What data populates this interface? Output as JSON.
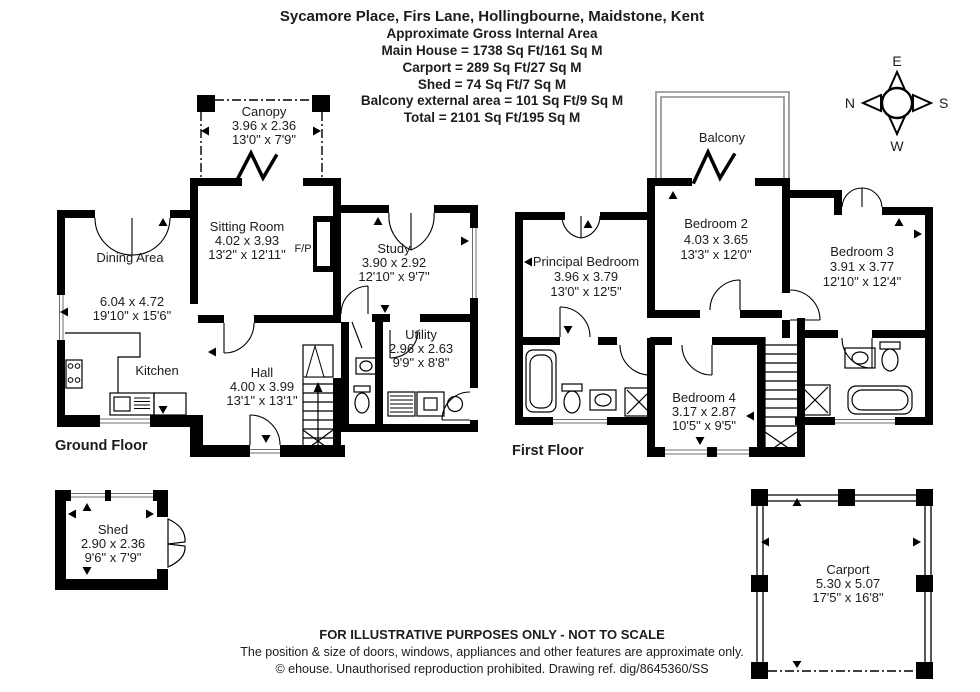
{
  "header": {
    "title": "Sycamore Place, Firs Lane, Hollingbourne, Maidstone, Kent",
    "subtitle": "Approximate Gross Internal Area",
    "lines": [
      "Main House = 1738 Sq Ft/161 Sq M",
      "Carport = 289 Sq Ft/27 Sq M",
      "Shed = 74 Sq Ft/7 Sq M",
      "Balcony external area = 101 Sq Ft/9 Sq M",
      "Total = 2101 Sq Ft/195 Sq M"
    ]
  },
  "compass": {
    "top": "E",
    "left": "N",
    "right": "S",
    "bottom": "W"
  },
  "floors": {
    "ground": {
      "label": "Ground Floor"
    },
    "first": {
      "label": "First Floor"
    }
  },
  "rooms": {
    "canopy": {
      "name": "Canopy",
      "metric": "3.96 x 2.36",
      "imperial": "13'0\" x 7'9\""
    },
    "sitting": {
      "name": "Sitting Room",
      "metric": "4.02 x 3.93",
      "imperial": "13'2\" x 12'11\""
    },
    "dining": {
      "name": "Dining Area",
      "metric": "6.04 x 4.72",
      "imperial": "19'10\" x 15'6\""
    },
    "kitchen": {
      "name": "Kitchen"
    },
    "hall": {
      "name": "Hall",
      "metric": "4.00 x 3.99",
      "imperial": "13'1\" x 13'1\""
    },
    "study": {
      "name": "Study",
      "metric": "3.90 x 2.92",
      "imperial": "12'10\" x 9'7\""
    },
    "utility": {
      "name": "Utility",
      "metric": "2.96 x 2.63",
      "imperial": "9'9\" x 8'8\""
    },
    "fireplace": {
      "label": "F/P"
    },
    "balcony": {
      "name": "Balcony"
    },
    "bedroom2": {
      "name": "Bedroom 2",
      "metric": "4.03 x 3.65",
      "imperial": "13'3\" x 12'0\""
    },
    "principal": {
      "name": "Principal Bedroom",
      "metric": "3.96 x 3.79",
      "imperial": "13'0\" x 12'5\""
    },
    "bedroom3": {
      "name": "Bedroom 3",
      "metric": "3.91 x 3.77",
      "imperial": "12'10\" x 12'4\""
    },
    "bedroom4": {
      "name": "Bedroom 4",
      "metric": "3.17 x 2.87",
      "imperial": "10'5\" x 9'5\""
    },
    "shed": {
      "name": "Shed",
      "metric": "2.90 x 2.36",
      "imperial": "9'6\" x 7'9\""
    },
    "carport": {
      "name": "Carport",
      "metric": "5.30 x 5.07",
      "imperial": "17'5\" x 16'8\""
    }
  },
  "footer": {
    "disclaimer": "FOR ILLUSTRATIVE PURPOSES ONLY - NOT TO SCALE",
    "note": "The position & size of doors, windows, appliances and other features are approximate only.",
    "copyright": "© ehouse. Unauthorised reproduction prohibited. Drawing ref. dig/8645360/SS"
  },
  "colors": {
    "wall": "#000000",
    "balcony_line": "#8a8a8a",
    "background": "#ffffff"
  }
}
